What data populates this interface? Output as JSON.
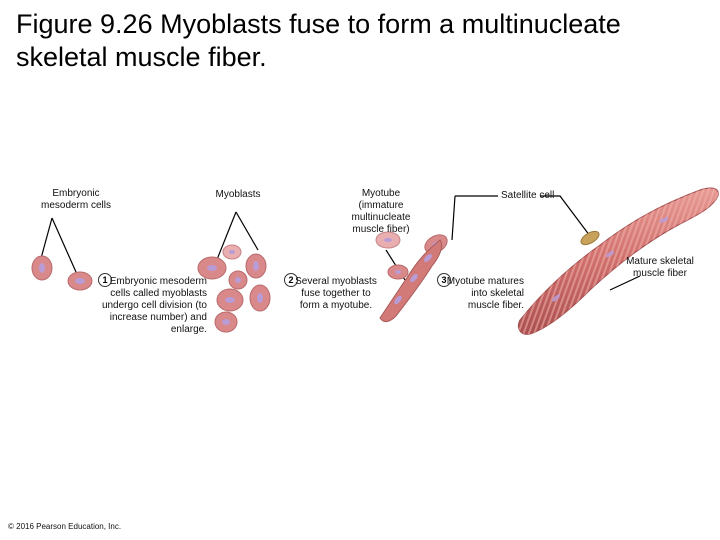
{
  "figure": {
    "title": "Figure 9.26 Myoblasts fuse to form a multinucleate skeletal muscle fiber."
  },
  "labels": {
    "embryonic_mesoderm": "Embryonic mesoderm cells",
    "myoblasts": "Myoblasts",
    "myotube": "Myotube (immature multinucleate muscle fiber)",
    "satellite_cell": "Satellite cell",
    "mature_fiber": "Mature skeletal muscle fiber"
  },
  "steps": [
    {
      "number": "1",
      "text": "Embryonic mesoderm cells called myoblasts undergo cell division (to increase number) and enlarge."
    },
    {
      "number": "2",
      "text": "Several myoblasts fuse together to form a myotube."
    },
    {
      "number": "3",
      "text": "Myotube matures into skeletal muscle fiber."
    }
  ],
  "colors": {
    "cell_fill": "#d9898a",
    "cell_light": "#e8aeb0",
    "nucleus": "#b99cd6",
    "fiber": "#cf6f6c",
    "fiber_stripe": "#e79a94",
    "satellite": "#c8a25a",
    "leader": "#000000"
  },
  "credit": "© 2016 Pearson Education, Inc."
}
